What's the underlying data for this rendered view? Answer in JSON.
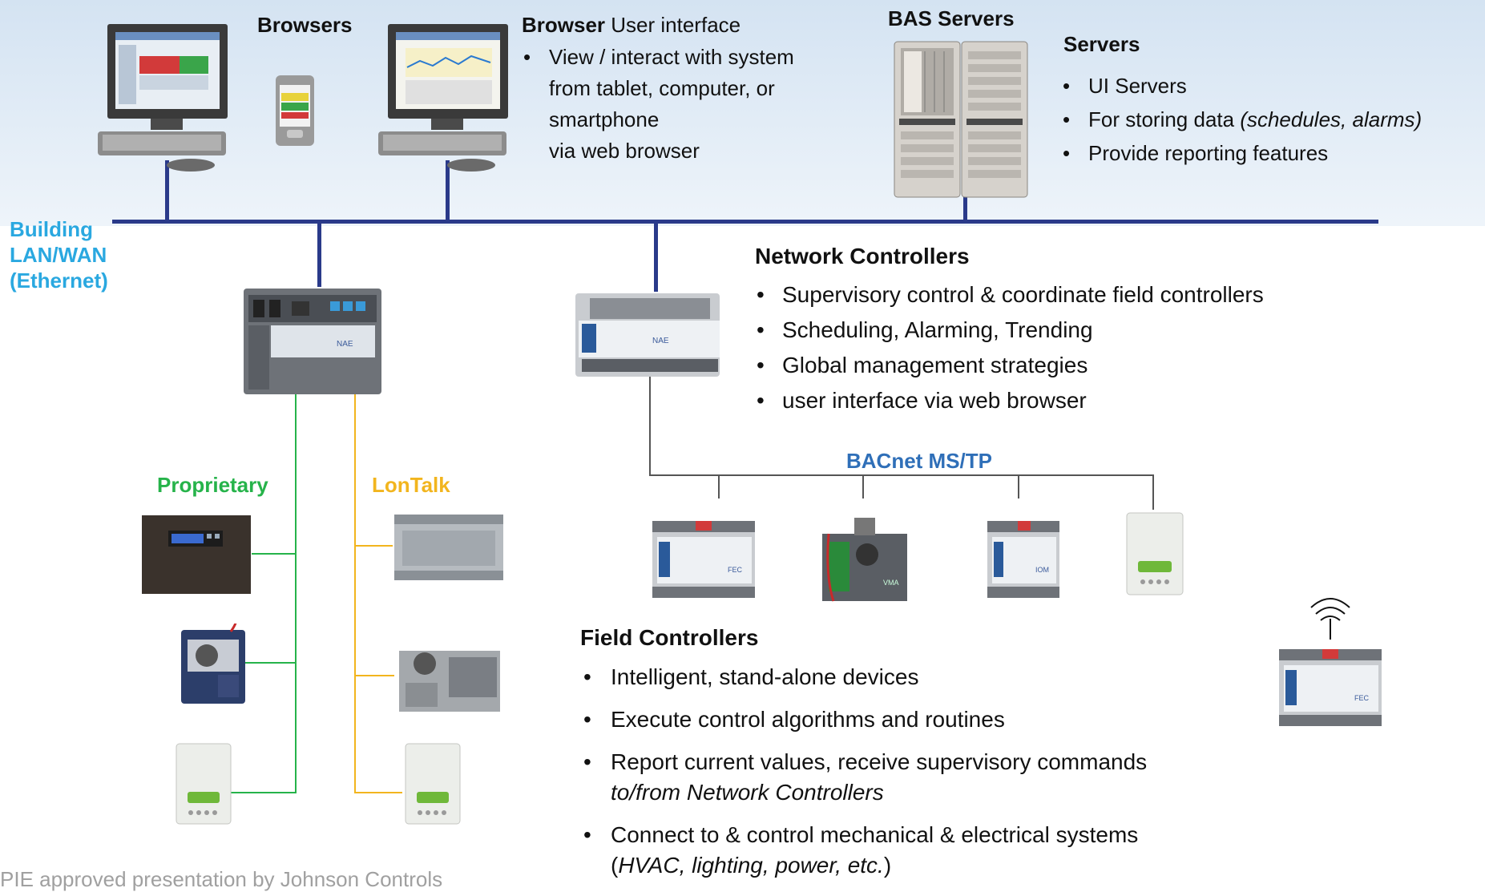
{
  "browsers": {
    "title": "Browsers"
  },
  "browser_ui": {
    "title_bold": "Browser",
    "title_rest": " User interface",
    "bullet_line1": "View / interact with system",
    "bullet_line2": "from tablet, computer, or",
    "bullet_line3": "smartphone",
    "bullet_line4": "via  web browser"
  },
  "bas_servers": {
    "title": "BAS Servers"
  },
  "servers": {
    "title": "Servers",
    "items": [
      {
        "text": "UI Servers",
        "italic": ""
      },
      {
        "text": "For storing data ",
        "italic": "(schedules, alarms)"
      },
      {
        "text": "Provide reporting features",
        "italic": ""
      }
    ]
  },
  "building_lan": {
    "line1": "Building",
    "line2": "LAN/WAN",
    "line3": "(Ethernet)"
  },
  "network_controllers": {
    "title": "Network Controllers",
    "items": [
      "Supervisory control & coordinate field controllers",
      "Scheduling,  Alarming,  Trending",
      "Global management strategies",
      "user interface via web browser"
    ]
  },
  "bus_labels": {
    "proprietary": "Proprietary",
    "lontalk": "LonTalk",
    "bacnet": "BACnet MS/TP"
  },
  "field_controllers": {
    "title": "Field Controllers",
    "item1": "Intelligent, stand-alone devices",
    "item2": "Execute control algorithms and routines",
    "item3_line1": "Report current values, receive supervisory commands",
    "item3_line2": "to/from Network Controllers",
    "item4_line1": "Connect to & control  mechanical & electrical systems",
    "item4_paren_open": "(",
    "item4_italic": "HVAC, lighting, power, etc.",
    "item4_paren_close": ")"
  },
  "device_labels": {
    "nae": "NAE",
    "fec": "FEC",
    "iom": "IOM",
    "vma": "VMA"
  },
  "footer": {
    "text": "PIE approved presentation by Johnson Controls"
  },
  "colors": {
    "bus": "#2a3a8a",
    "lan_label": "#2aa8e0",
    "proprietary": "#26b34a",
    "lontalk": "#f2b51e",
    "bacnet": "#2f6fb8"
  }
}
